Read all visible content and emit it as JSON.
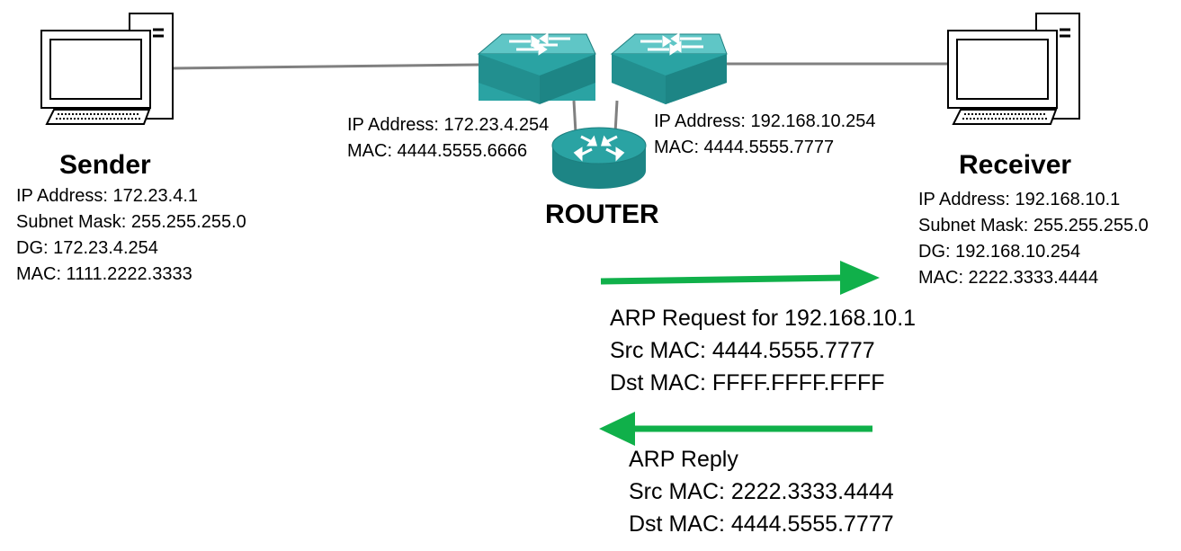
{
  "colors": {
    "arrow": "#10b04a",
    "device_teal": "#2aa3a3",
    "link": "#808080"
  },
  "icons": [
    "sender-computer-icon",
    "receiver-computer-icon",
    "left-switch-icon",
    "right-switch-icon",
    "router-icon"
  ],
  "sender": {
    "name": "Sender",
    "lines": [
      "IP Address: 172.23.4.1",
      "Subnet Mask: 255.255.255.0",
      "DG: 172.23.4.254",
      "MAC: 1111.2222.3333"
    ]
  },
  "receiver": {
    "name": "Receiver",
    "lines": [
      "IP Address: 192.168.10.1",
      "Subnet Mask: 255.255.255.0",
      "DG: 192.168.10.254",
      "MAC: 2222.3333.4444"
    ]
  },
  "router": {
    "name": "ROUTER",
    "left_interface": [
      "IP Address: 172.23.4.254",
      "MAC: 4444.5555.6666"
    ],
    "right_interface": [
      "IP Address: 192.168.10.254",
      "MAC: 4444.5555.7777"
    ]
  },
  "arp_request": {
    "direction": "right",
    "lines": [
      "ARP Request for 192.168.10.1",
      "Src MAC: 4444.5555.7777",
      "Dst MAC: FFFF.FFFF.FFFF"
    ]
  },
  "arp_reply": {
    "direction": "left",
    "lines": [
      "ARP Reply",
      "Src MAC: 2222.3333.4444",
      "Dst MAC: 4444.5555.7777"
    ]
  }
}
